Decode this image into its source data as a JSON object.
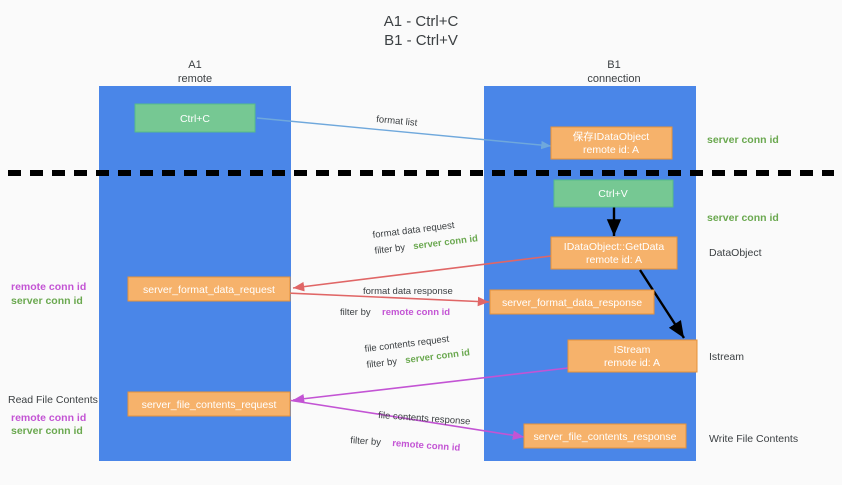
{
  "title": {
    "line1": "A1 - Ctrl+C",
    "line2": "B1 - Ctrl+V"
  },
  "colors": {
    "background": "#fafafa",
    "lane": "#4a86e8",
    "box_orange": "#f6b26b",
    "box_orange_border": "#e69138",
    "box_green": "#76c893",
    "box_green_border": "#57bb8a",
    "green_text": "#6aa84f",
    "purple_text": "#c354d4",
    "dark_text": "#3c4043",
    "arrow_red": "#e06666",
    "arrow_blue": "#6fa8dc",
    "arrow_purple": "#c354d4",
    "arrow_black": "#000000",
    "divider": "#000000"
  },
  "lanes": [
    {
      "id": "a1",
      "name": "A1",
      "sub": "remote"
    },
    {
      "id": "b1",
      "name": "B1",
      "sub": "connection"
    }
  ],
  "boxes": {
    "ctrl_c": {
      "label": "Ctrl+C",
      "kind": "green"
    },
    "ctrl_v": {
      "label": "Ctrl+V",
      "kind": "green"
    },
    "save_idataobject": {
      "line1": "保存IDataObject",
      "line2": "remote id: A",
      "kind": "orange"
    },
    "getdata": {
      "line1": "IDataObject::GetData",
      "line2": "remote id: A",
      "kind": "orange"
    },
    "istream": {
      "line1": "IStream",
      "line2": "remote id: A",
      "kind": "orange"
    },
    "server_format_data_request": {
      "label": "server_format_data_request",
      "kind": "orange"
    },
    "server_format_data_response": {
      "label": "server_format_data_response",
      "kind": "orange"
    },
    "server_file_contents_request": {
      "label": "server_file_contents_request",
      "kind": "orange"
    },
    "server_file_contents_response": {
      "label": "server_file_contents_response",
      "kind": "orange"
    }
  },
  "arrow_labels": {
    "format_list": "format list",
    "format_data_request": "format data request",
    "format_data_request_filter_prefix": "filter by ",
    "format_data_request_filter_value": "server conn id",
    "format_data_response": "format data response",
    "format_data_response_filter_prefix": "filter by ",
    "format_data_response_filter_value": "remote conn id",
    "file_contents_request": "file contents request",
    "file_contents_request_filter_prefix": "filter by ",
    "file_contents_request_filter_value": "server conn id",
    "file_contents_response": "file contents response",
    "file_contents_response_filter_prefix": "filter by ",
    "file_contents_response_filter_value": "remote conn id"
  },
  "right_labels": {
    "server_conn_id_1": "server conn id",
    "server_conn_id_2": "server conn id",
    "dataobject": "DataObject",
    "istream": "Istream",
    "write_file_contents": "Write File Contents"
  },
  "left_labels": {
    "remote_conn_id_1": "remote conn id",
    "server_conn_id_1": "server conn id",
    "read_file_contents": "Read File Contents",
    "remote_conn_id_2": "remote conn id",
    "server_conn_id_2": "server conn id"
  }
}
